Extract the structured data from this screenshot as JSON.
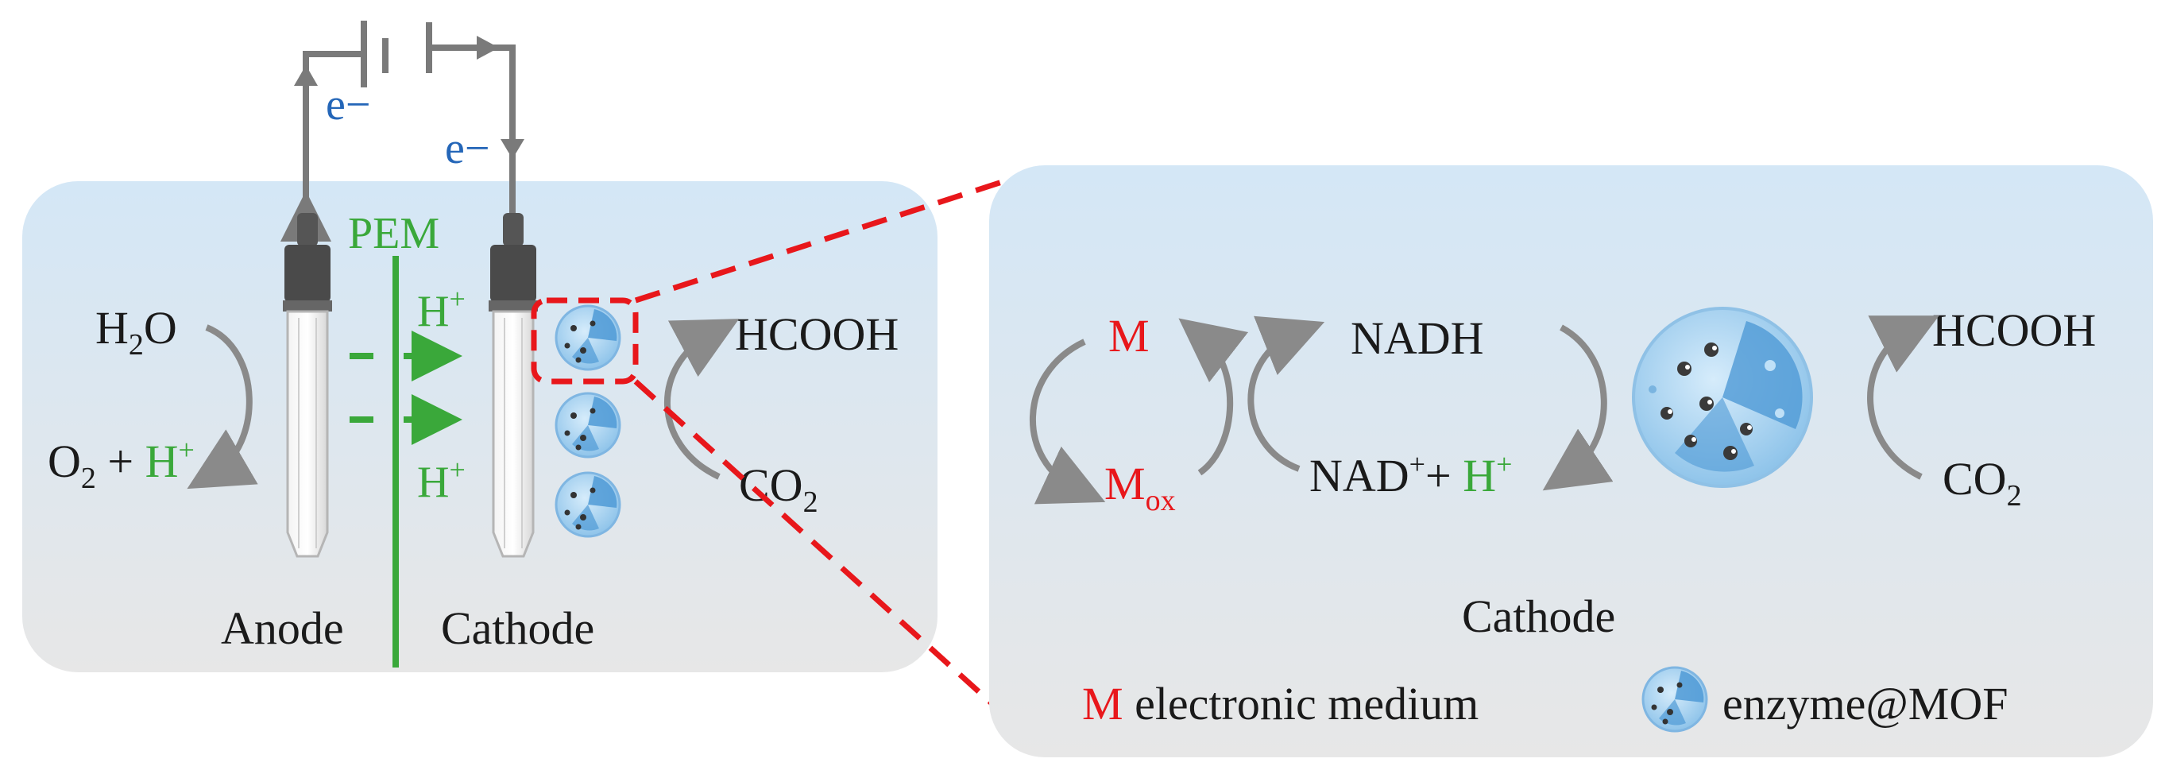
{
  "left_panel": {
    "electron_anode": "e−",
    "electron_cathode": "e−",
    "pem": "PEM",
    "h2o": {
      "main": "H",
      "sub": "2",
      "tail": "O"
    },
    "o2_plus_h": {
      "o": "O",
      "sub": "2",
      "plus": " + ",
      "h": "H",
      "sup": "+"
    },
    "proton_top": {
      "h": "H",
      "sup": "+"
    },
    "proton_bottom": {
      "h": "H",
      "sup": "+"
    },
    "hcooh": "HCOOH",
    "co2": {
      "main": "CO",
      "sub": "2"
    },
    "anode_label": "Anode",
    "cathode_label": "Cathode"
  },
  "right_panel": {
    "m": "M",
    "mox": {
      "main": "M",
      "sub": "ox"
    },
    "nadh": "NADH",
    "nad_plus_h": {
      "nad": "NAD",
      "sup": "+",
      "plus": "+ ",
      "h": "H",
      "hsup": "+"
    },
    "hcooh": "HCOOH",
    "co2": {
      "main": "CO",
      "sub": "2"
    },
    "cathode_label": "Cathode",
    "legend_m_symbol": "M",
    "legend_m_text": " electronic medium",
    "legend_enzyme_text": "enzyme@MOF"
  },
  "colors": {
    "panel_top": "#d6e8f6",
    "panel_bottom": "#e6e6e6",
    "accent_red": "#e8171b",
    "accent_green": "#3aa83a",
    "electron_blue": "#2466b8",
    "arrow_gray": "#8a8a8a"
  }
}
